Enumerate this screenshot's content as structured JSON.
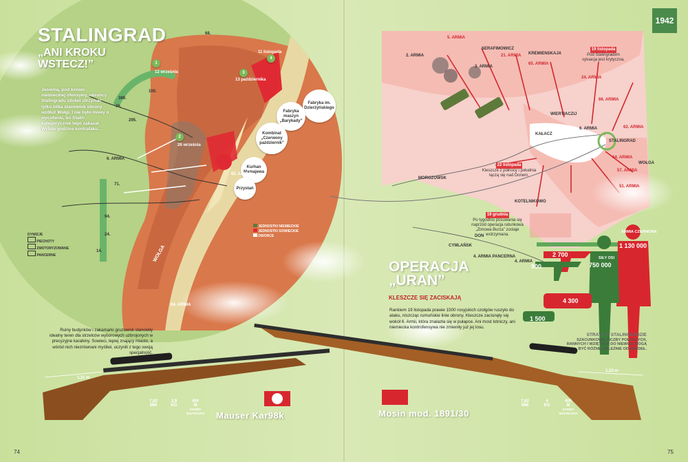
{
  "year_badge": "1942",
  "left": {
    "title": "STALINGRAD",
    "subtitle": "„ANI KROKU WSTECZ!”",
    "intro": "Jesienią, pod koniec niemieckiej ofensywy, obrońcy Stalingradu zdołali utrzymać tylko kilka stanowisk obrony wzdłuż Wołgi. I nie było mowy o wycofaniu, bo Stalin kategorycznie tego zakazał. Wybiła godzina kontrataku…",
    "dates": [
      "12 września",
      "26 września",
      "13 października",
      "11 listopada"
    ],
    "steps": [
      "1",
      "2",
      "3",
      "4"
    ],
    "places": [
      "Fabryka im. Dzierżyńskiego",
      "Fabryka maszyn „Barykady”",
      "Kombinat „Czerwony październik”",
      "Kurhan Mamajewa",
      "Przystań"
    ],
    "units": [
      "6. ARMIA",
      "62. ARMIA",
      "64. ARMIA",
      "295.",
      "71.",
      "76.",
      "94.",
      "100.",
      "389.",
      "68.",
      "14.",
      "24."
    ],
    "river": "WOŁGA",
    "map_legend": [
      "JEDNOSTKI NIEMIECKIE",
      "JEDNOSTKI SOWIECKIE",
      "DWORCE"
    ],
    "unit_legend": {
      "title": "DYWIZJE",
      "items": [
        "PIECHOTY",
        "ZMOTORYZOWANE",
        "PANCERNE"
      ]
    }
  },
  "right": {
    "op_title": "OPERACJA „URAN”",
    "op_subtitle": "KLESZCZE SIĘ ZACISKAJĄ",
    "op_text": "Rankiem 19 listopada prawie 1500 rosyjskich czołgów ruszyło do ataku, niszcząc rumuńskie linie obrony. Kleszcze zacisnęły się wokół 6. Armii, która znalazła się w pułapce. Ani most lotniczy, ani niemiecka kontrofensywa nie zmieniły już jej losu.",
    "notes": [
      {
        "date": "19 listopada",
        "text": "Pod Stalingradem sytuacja jest krytyczna."
      },
      {
        "date": "22 listopada",
        "text": "Kleszcze z północy i południa łączą się nad Donem."
      },
      {
        "date": "19 grudnia",
        "text": "Po tygodniu posuwania się naprzód operacja ratunkowa „Zimowa Burza” zostaje wstrzymana."
      }
    ],
    "places": [
      "SERAFIMOWICZ",
      "KREMIENSKAJA",
      "WIERTIACZIJ",
      "KAŁACZ",
      "STALINGRAD",
      "MOROZOWSK",
      "KOTELNIKOWO",
      "CYMLAŃSK",
      "DON",
      "WOŁGA"
    ],
    "armies": [
      "5. ARMIA",
      "21. ARMIA",
      "65. ARMIA",
      "24. ARMIA",
      "66. ARMIA",
      "62. ARMIA",
      "64. ARMIA",
      "57. ARMIA",
      "51. ARMIA",
      "2. ARMIA",
      "3. ARMIA",
      "6. ARMIA",
      "4. ARMIA PANCERNA",
      "4. ARMIA"
    ],
    "losses": {
      "title": "STRATY W STALINGRADZIE",
      "note": "SZACUNKOWE. LICZBY POLEGŁYCH, RANNYCH I WZIĘTYCH DO NIEWOLI MOGĄ BYĆ RÓŻNE, ZALEŻNIE OD ŹRÓDEŁ.",
      "red_army_label": "ARMIA CZERWONA",
      "red_army": "1 130 000",
      "axis_label": "SIŁY OSI",
      "axis": "750 000",
      "planes_red": "2 700",
      "planes_axis": "900",
      "tanks_red": "4 300",
      "tanks_axis": "1 500"
    }
  },
  "rifles": {
    "sniper_text": "Ruiny budynków i zakamarki gruzowisk stanowiły idealny teren dla strzelców wyborowych uzbrojonych w precyzyjne karabiny. Sowieci, lepiej znający miasto, a wśród nich niezrównani myśliwi, uczynili z tego swoją specjalność.",
    "mauser": {
      "name": "Mauser Kar98k",
      "length": "1,11 m",
      "caliber": "7,92",
      "caliber_unit": "MM",
      "weight": "3,9",
      "weight_unit": "KG",
      "range": "400",
      "range_unit": "M",
      "range_label": "ZASIĘG SKUTECZNY"
    },
    "mosin": {
      "name": "Mosin mod. 1891/30",
      "length": "1,23 m",
      "caliber": "7,62",
      "caliber_unit": "MM",
      "weight": "4",
      "weight_unit": "KG",
      "range": "400",
      "range_unit": "M",
      "range_label": "ZASIĘG SKUTECZNY"
    }
  },
  "page_left": "74",
  "page_right": "75"
}
